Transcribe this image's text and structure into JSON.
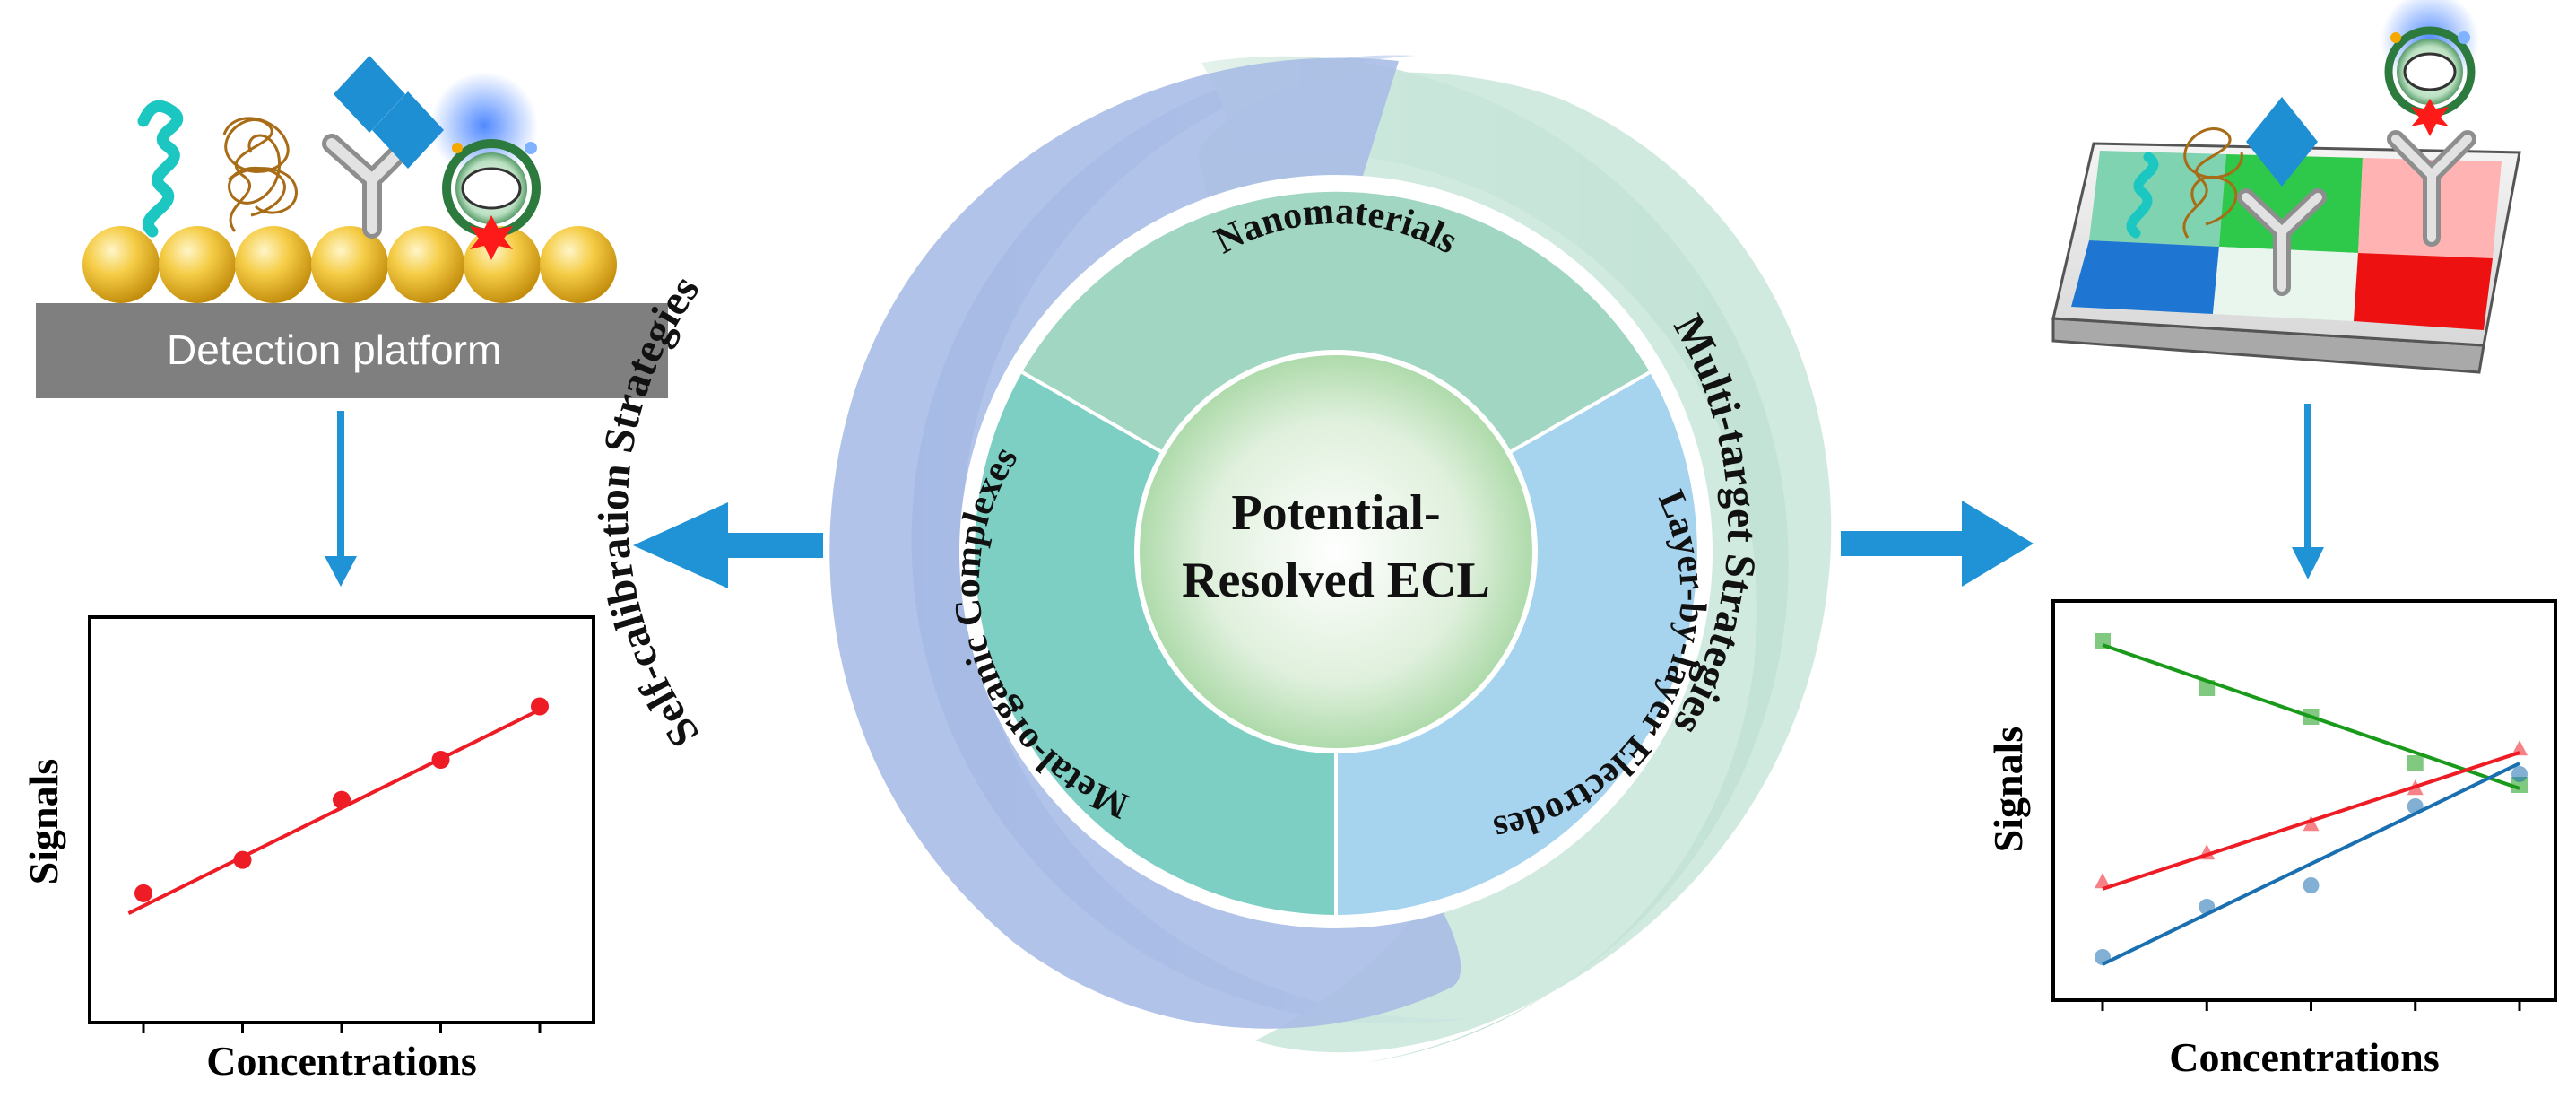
{
  "platform_label": "Detection platform",
  "center": {
    "line1": "Potential-",
    "line2": "Resolved ECL"
  },
  "outer_ring": {
    "left_label": "Self-calibration Strategies",
    "right_label": "Multi-target Strategies"
  },
  "segments": {
    "top": "Nanomaterials",
    "left": "Metal-organic Complexes",
    "right": "Layer-by-layer Electrodes"
  },
  "colors": {
    "arrow": "#1f93d6",
    "ring_left": "#9db3e2",
    "ring_right": "#b3d8c9",
    "seg_top": "#9fd4c0",
    "seg_left": "#79cdc2",
    "seg_right": "#a3d3ee",
    "line_red": "#ee1c24",
    "line_green": "#1a9a1a",
    "line_blue": "#1a6fb0"
  },
  "chart_data": [
    {
      "type": "scatter",
      "title": "",
      "xlabel": "Concentrations",
      "ylabel": "Signals",
      "ylim": [
        0,
        1
      ],
      "x": [
        1,
        2,
        3,
        4,
        5
      ],
      "series": [
        {
          "color": "#ee1c24",
          "marker": "circle",
          "points": [
            0.28,
            0.38,
            0.56,
            0.68,
            0.84
          ],
          "fit": [
            0.22,
            0.83
          ]
        }
      ]
    },
    {
      "type": "scatter",
      "title": "",
      "xlabel": "Concentrations",
      "ylabel": "Signals",
      "ylim": [
        0,
        1
      ],
      "x": [
        1,
        2,
        3,
        4,
        5
      ],
      "series": [
        {
          "color": "#1a9a1a",
          "marker": "square",
          "points": [
            0.95,
            0.82,
            0.74,
            0.61,
            0.55
          ],
          "fit": [
            0.94,
            0.54
          ]
        },
        {
          "color": "#ee1c24",
          "marker": "triangle",
          "points": [
            0.28,
            0.36,
            0.44,
            0.54,
            0.65
          ],
          "fit": [
            0.26,
            0.64
          ]
        },
        {
          "color": "#1a6fb0",
          "marker": "circle",
          "points": [
            0.07,
            0.21,
            0.27,
            0.49,
            0.58
          ],
          "fit": [
            0.05,
            0.61
          ]
        }
      ]
    }
  ]
}
